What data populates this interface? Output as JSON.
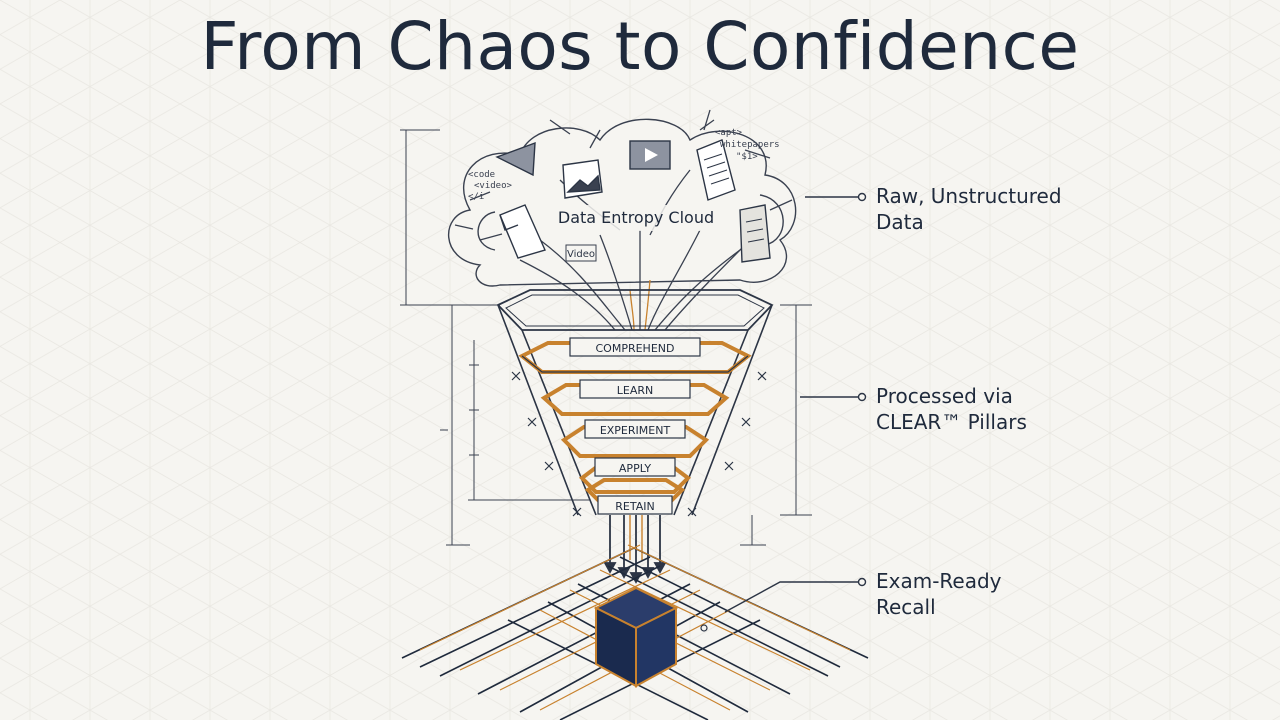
{
  "title": "From Chaos to Confidence",
  "cloud": {
    "label": "Data Entropy Cloud",
    "code_snippet": [
      "<code",
      "<video>",
      "</i"
    ],
    "apt_snippet": [
      "<apt>",
      "whitepapers",
      "\"$1>"
    ],
    "video_tag": "Video"
  },
  "pillars": [
    "COMPREHEND",
    "LEARN",
    "EXPERIMENT",
    "APPLY",
    "RETAIN"
  ],
  "callouts": [
    {
      "line1": "Raw, Unstructured",
      "line2": "Data"
    },
    {
      "line1": "Processed via",
      "line2": "CLEAR™ Pillars"
    },
    {
      "line1": "Exam-Ready",
      "line2": "Recall"
    }
  ],
  "colors": {
    "navy": "#1f2a3c",
    "line": "#2c3545",
    "accent": "#c8822e",
    "cube": "#1e2f55",
    "background": "#f6f5f1"
  }
}
